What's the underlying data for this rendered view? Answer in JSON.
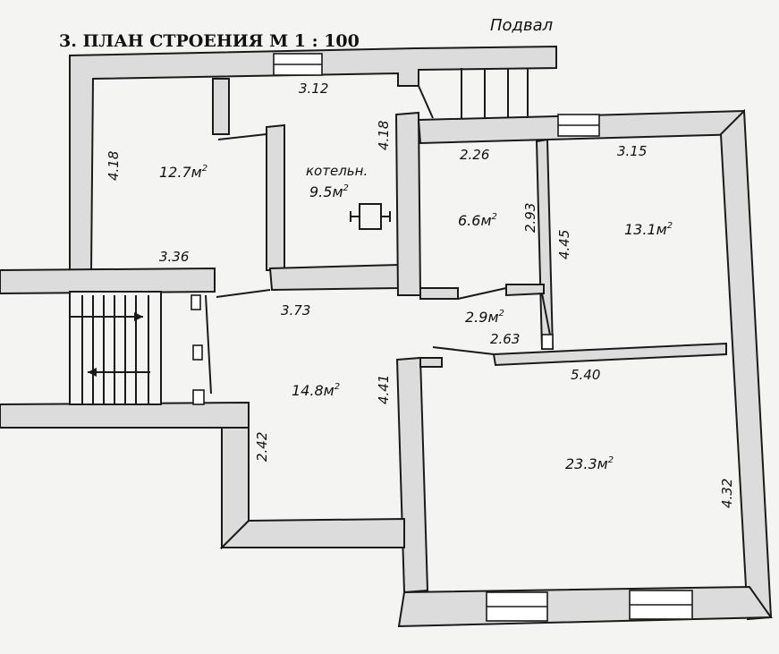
{
  "header": {
    "title": "3. ПЛАН СТРОЕНИЯ М 1 : 100",
    "basement_label": "Подвал"
  },
  "rooms": {
    "r1": {
      "area": "12.7м",
      "sup": "2"
    },
    "r2": {
      "name": "котельн.",
      "area": "9.5м",
      "sup": "2"
    },
    "r3": {
      "area": "6.6м",
      "sup": "2"
    },
    "r4": {
      "area": "13.1м",
      "sup": "2"
    },
    "r5": {
      "area": "2.9м",
      "sup": "2"
    },
    "r6": {
      "area": "14.8м",
      "sup": "2"
    },
    "r7": {
      "area": "23.3м",
      "sup": "2"
    }
  },
  "dimensions": {
    "d312": "3.12",
    "d418a": "4.18",
    "d418b": "4.18",
    "d336": "3.36",
    "d226": "2.26",
    "d315": "3.15",
    "d293": "2.93",
    "d445": "4.45",
    "d373": "3.73",
    "d263": "2.63",
    "d540": "5.40",
    "d441": "4.41",
    "d242": "2.42",
    "d432": "4.32"
  }
}
